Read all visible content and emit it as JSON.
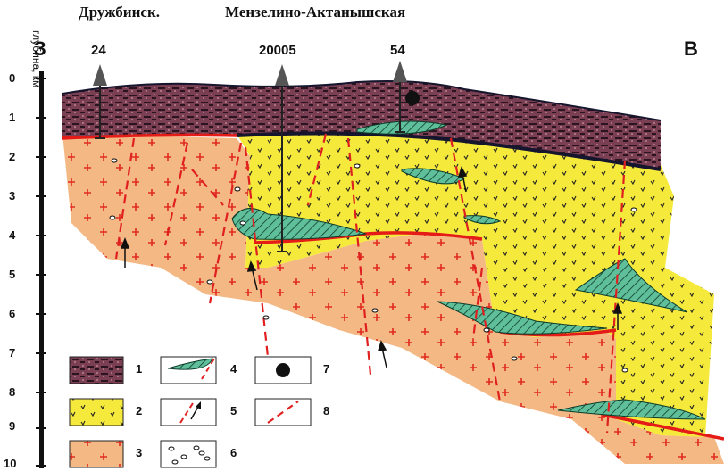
{
  "titles": {
    "left": "Дружбинск.",
    "right": "Мензелино-Актанышская"
  },
  "directions": {
    "west": "З",
    "east": "В"
  },
  "axis": {
    "label": "глубина, км",
    "ticks": [
      "0",
      "1",
      "2",
      "3",
      "4",
      "5",
      "6",
      "7",
      "8",
      "9",
      "10"
    ]
  },
  "wells": [
    "24",
    "20005",
    "54"
  ],
  "legend": [
    "1",
    "2",
    "3",
    "4",
    "5",
    "6",
    "7",
    "8"
  ],
  "colors": {
    "sediment": "#7a3f52",
    "volcanic": "#f5ea3c",
    "granite": "#f4b884",
    "lens": "#5fbf9a",
    "fault": "#e02020",
    "basement_line": "#e41b17",
    "top_line": "#15152e"
  }
}
